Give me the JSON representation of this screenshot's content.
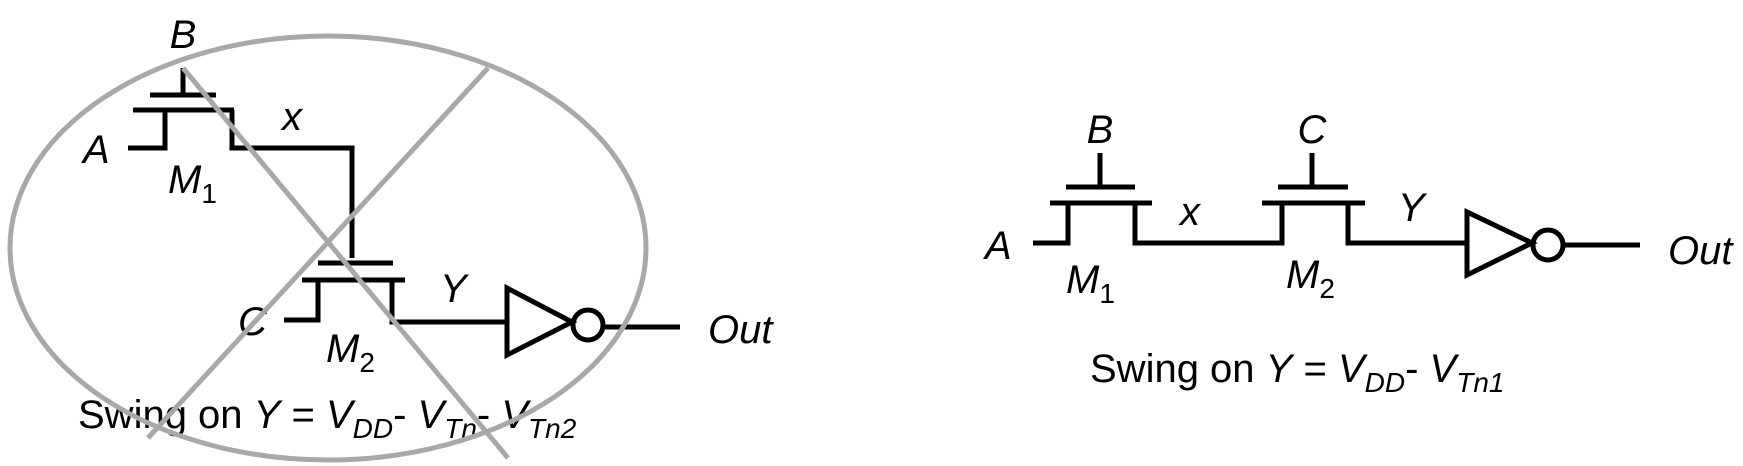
{
  "left_circuit": {
    "labels": {
      "B": "B",
      "A": "A",
      "x": "x",
      "M1": "M",
      "M1_sub": "1",
      "C": "C",
      "M2": "M",
      "M2_sub": "2",
      "Y": "Y",
      "Out": "Out"
    },
    "caption": {
      "prefix": "Swing on ",
      "var": "Y",
      "eq": " = ",
      "v1": "V",
      "v1_sub": "DD",
      "dash1": "- ",
      "v2": "V",
      "v2_sub": "Tn",
      "dash2": "- ",
      "v3": "V",
      "v3_sub": "Tn2"
    },
    "crossed_out": true,
    "strike_color": "#a8a8a8"
  },
  "right_circuit": {
    "labels": {
      "B": "B",
      "C": "C",
      "A": "A",
      "x": "x",
      "Y": "Y",
      "M1": "M",
      "M1_sub": "1",
      "M2": "M",
      "M2_sub": "2",
      "Out": "Out"
    },
    "caption": {
      "prefix": "Swing on ",
      "var": "Y",
      "eq": " = ",
      "v1": "V",
      "v1_sub": "DD",
      "dash1": "- ",
      "v2": "V",
      "v2_sub": "Tn1"
    }
  }
}
